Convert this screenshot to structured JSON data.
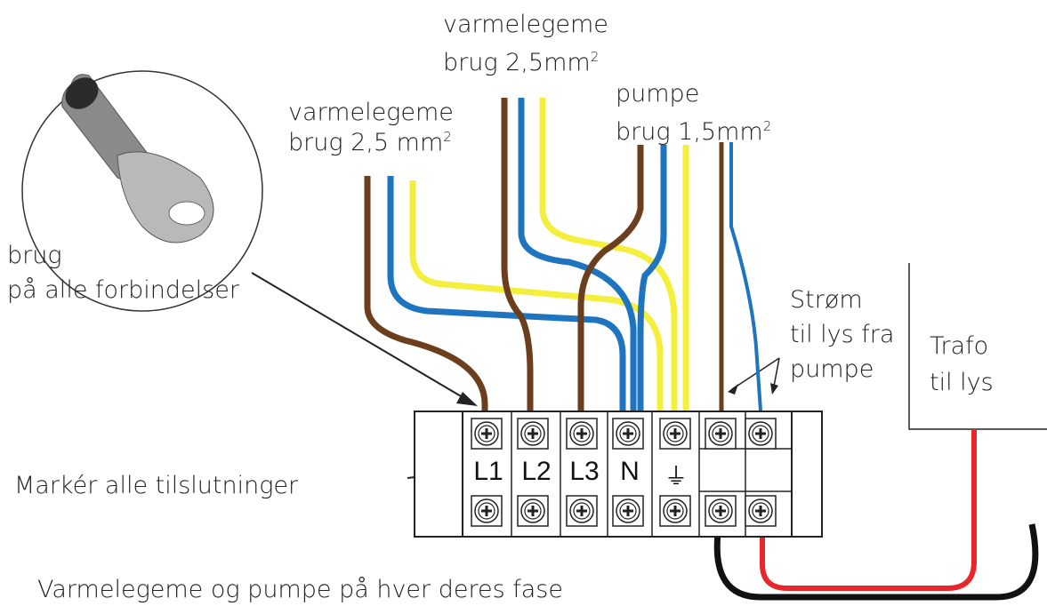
{
  "labels": {
    "heater1_line1": "varmelegeme",
    "heater1_line2": "brug 2,5 mm",
    "heater2_line1": "varmelegeme",
    "heater2_line2": "brug 2,5mm",
    "pump_line1": "pumpe",
    "pump_line2": "brug 1,5mm",
    "squared": "2",
    "lug_line1": "brug",
    "lug_line2": "på alle forbindelser",
    "light_power_line1": "Strøm",
    "light_power_line2": "til lys fra",
    "light_power_line3": "pumpe",
    "transformer_line1": "Trafo",
    "transformer_line2": "til lys",
    "mark_all": "Markér alle tilslutninger",
    "footer": "Varmelegeme og pumpe på hver deres fase"
  },
  "terminals": [
    "L1",
    "L2",
    "L3",
    "N",
    "⏚",
    "",
    ""
  ],
  "colors": {
    "brown": "#6b3f1e",
    "blue": "#1f74c0",
    "yellow": "#f4ee3d",
    "red": "#e8262b",
    "black": "#111111",
    "outline": "#222222"
  }
}
